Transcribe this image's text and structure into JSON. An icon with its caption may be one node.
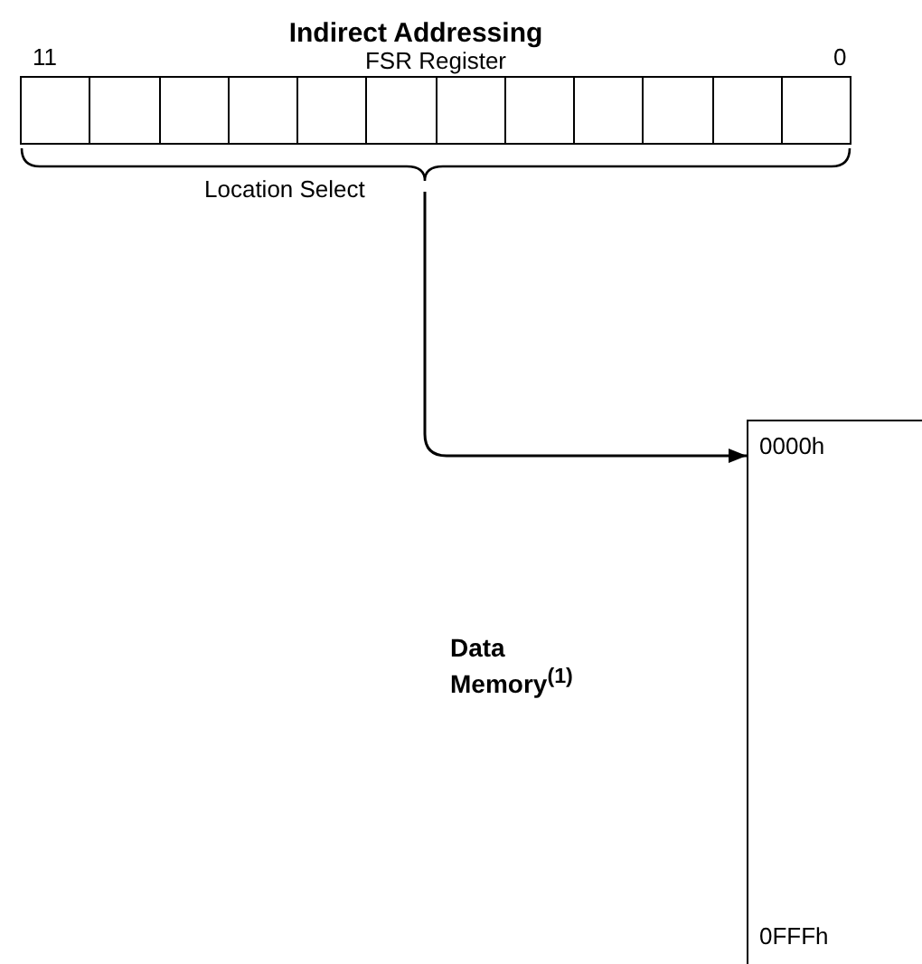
{
  "diagram": {
    "title": "Indirect Addressing",
    "nodes": [
      {
        "text": [
          "FSR Register"
        ]
      },
      {
        "text": [
          "Location Select"
        ]
      },
      {
        "text": [
          "0000h",
          "0FFFh"
        ]
      }
    ],
    "edges": [
      {
        "from": 1,
        "to": 2,
        "arrow": "to"
      }
    ],
    "labels": [
      "11",
      "0",
      "Data Memory$^{(1)}$"
    ]
  }
}
